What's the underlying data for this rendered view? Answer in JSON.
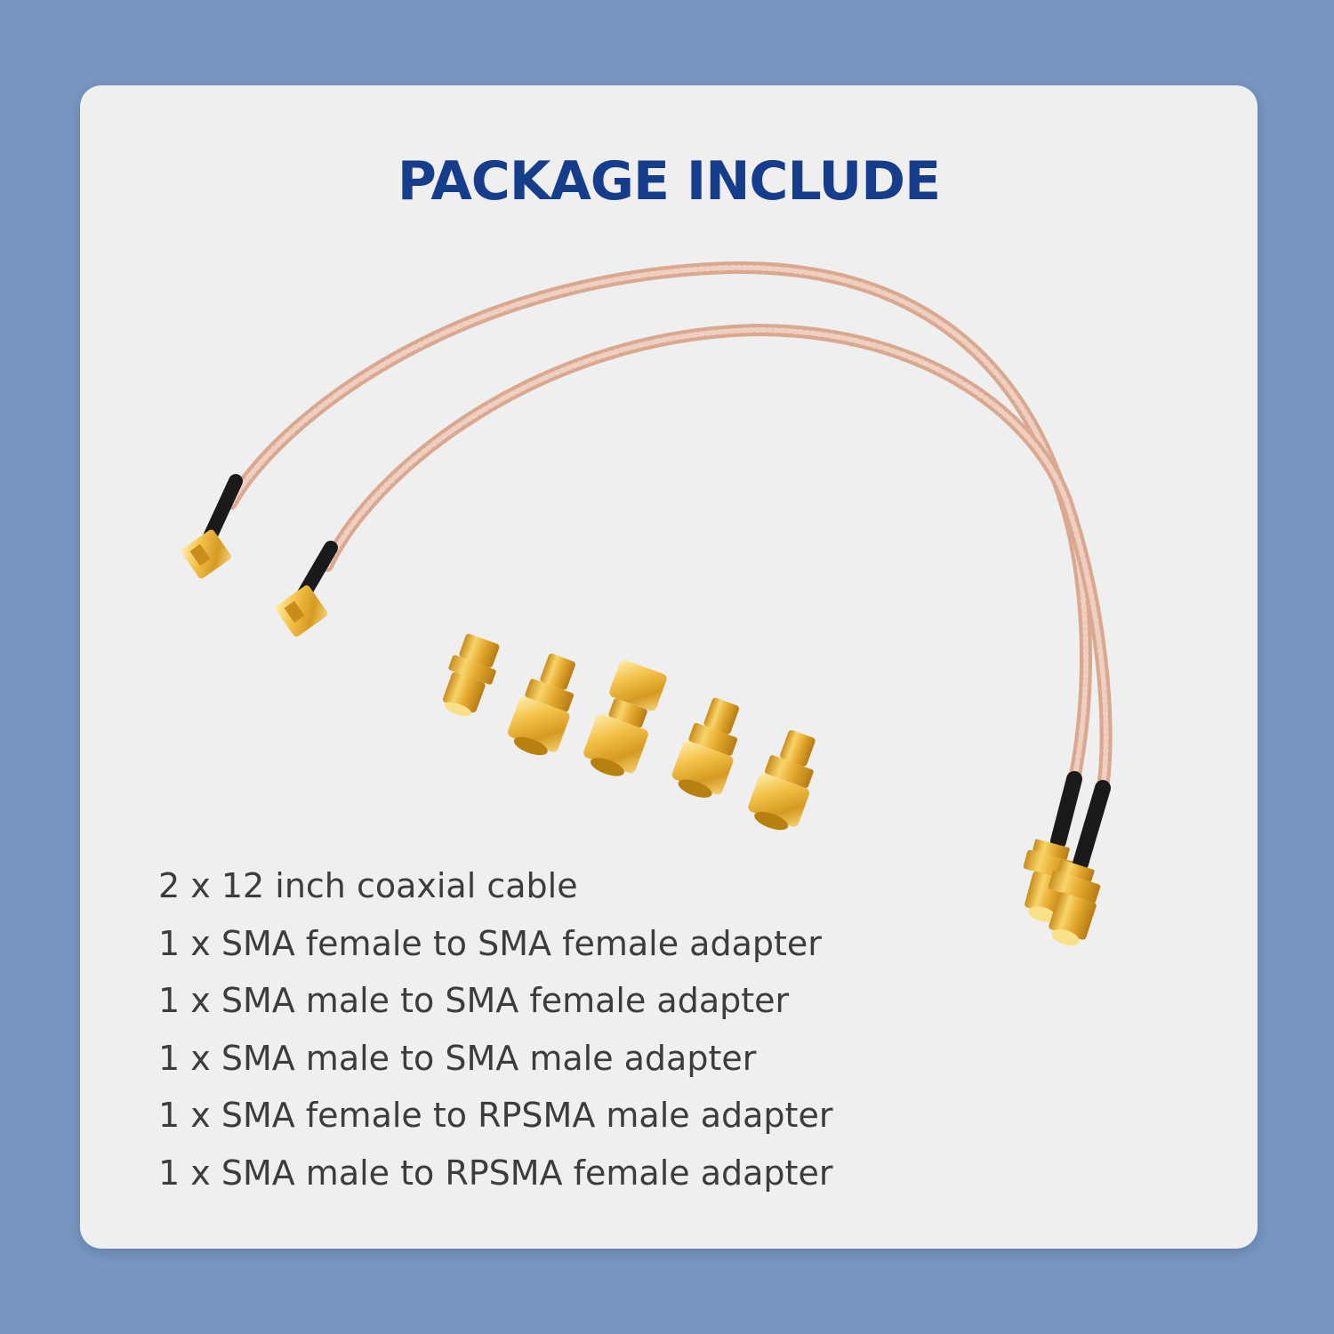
{
  "title": "PACKAGE INCLUDE",
  "items": [
    "2 x 12 inch coaxial cable",
    "1 x SMA female to SMA female adapter",
    "1 x SMA male to SMA female adapter",
    "1 x SMA male to SMA male adapter",
    "1 x SMA female to RPSMA male adapter",
    "1 x SMA male to RPSMA female adapter"
  ],
  "colors": {
    "background": "#7897c0",
    "card": "#efeff0",
    "title": "#163c8c",
    "text": "#3c3c3e",
    "cable": "#e6b7a2",
    "gold": "#e8b33a"
  }
}
